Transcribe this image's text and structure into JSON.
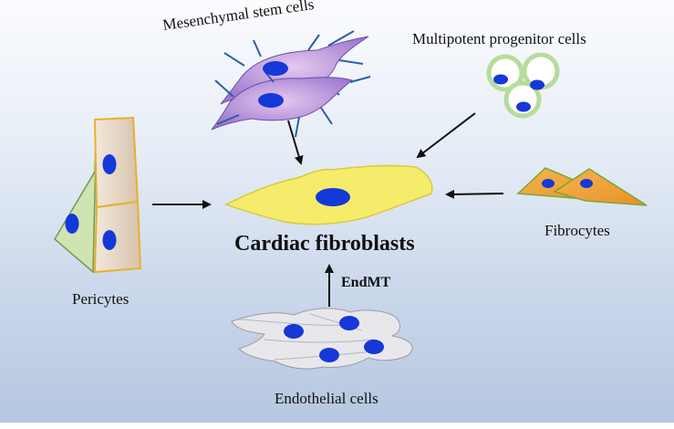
{
  "labels": {
    "mesenchymal": "Mesenchymal stem cells",
    "multipotent": "Multipotent progenitor cells",
    "pericytes": "Pericytes",
    "fibrocytes": "Fibrocytes",
    "endothelial": "Endothelial cells",
    "cardiac": "Cardiac fibroblasts",
    "endmt": "EndMT"
  },
  "colors": {
    "nucleus": "#1538d8",
    "fibroblast_fill": "#f5ec6c",
    "msc_fill": "#b48ad8",
    "progenitor_ring": "#b6dc9a",
    "pericyte_green": "#cfe3b3",
    "pericyte_tan": "#ead9c4",
    "fibrocyte_fill": "#f0a23a",
    "endothelial_fill": "#e8e8ec"
  },
  "icons": {
    "arrow": "arrow-icon"
  }
}
